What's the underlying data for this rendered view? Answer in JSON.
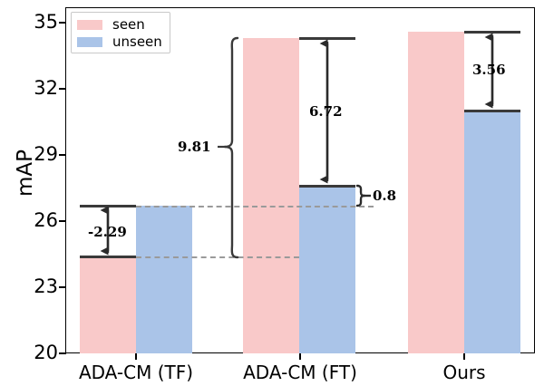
{
  "chart_data": {
    "type": "bar",
    "title": "",
    "xlabel": "",
    "ylabel": "mAP",
    "ylim": [
      20,
      35
    ],
    "yticks": [
      20,
      23,
      26,
      29,
      32,
      35
    ],
    "grid": false,
    "legend_position": "upper-left",
    "categories": [
      "ADA-CM (TF)",
      "ADA-CM (FT)",
      "Ours"
    ],
    "series": [
      {
        "name": "seen",
        "color": "#f9c9c9",
        "values": [
          24.4,
          34.3,
          34.6
        ]
      },
      {
        "name": "unseen",
        "color": "#aac4e8",
        "values": [
          26.7,
          27.6,
          31.0
        ]
      }
    ],
    "annotations": [
      {
        "label": "-2.29",
        "text": "-2.29",
        "group": "ADA-CM (TF)",
        "from": 24.4,
        "to": 26.7
      },
      {
        "label": "9.81",
        "text": "9.81",
        "group": "ADA-CM (TF)->ADA-CM (FT)",
        "from": 24.4,
        "to": 34.3
      },
      {
        "label": "6.72",
        "text": "6.72",
        "group": "ADA-CM (FT)",
        "from": 27.6,
        "to": 34.3
      },
      {
        "label": "0.8",
        "text": "0.8",
        "group": "ADA-CM (FT)",
        "from": 26.7,
        "to": 27.6
      },
      {
        "label": "3.56",
        "text": "3.56",
        "group": "Ours",
        "from": 31.0,
        "to": 34.6
      }
    ]
  },
  "axis": {
    "y_title": "mAP",
    "y_tick_labels": [
      "35",
      "32",
      "29",
      "26",
      "23",
      "20"
    ],
    "x_tick_labels": [
      "ADA-CM (TF)",
      "ADA-CM (FT)",
      "Ours"
    ]
  },
  "legend": {
    "items": [
      {
        "label": "seen",
        "color": "#f9c9c9"
      },
      {
        "label": "unseen",
        "color": "#aac4e8"
      }
    ]
  },
  "annotation_labels": {
    "tf_gap": "-2.29",
    "cross_gain": "9.81",
    "ft_gap": "6.72",
    "unseen_gain": "0.8",
    "ours_gap": "3.56"
  },
  "colors": {
    "seen": "#f9c9c9",
    "unseen": "#aac4e8",
    "annotation_line": "#3a3a3a",
    "dashed_guide": "#9a9a9a",
    "axis": "#000000"
  }
}
